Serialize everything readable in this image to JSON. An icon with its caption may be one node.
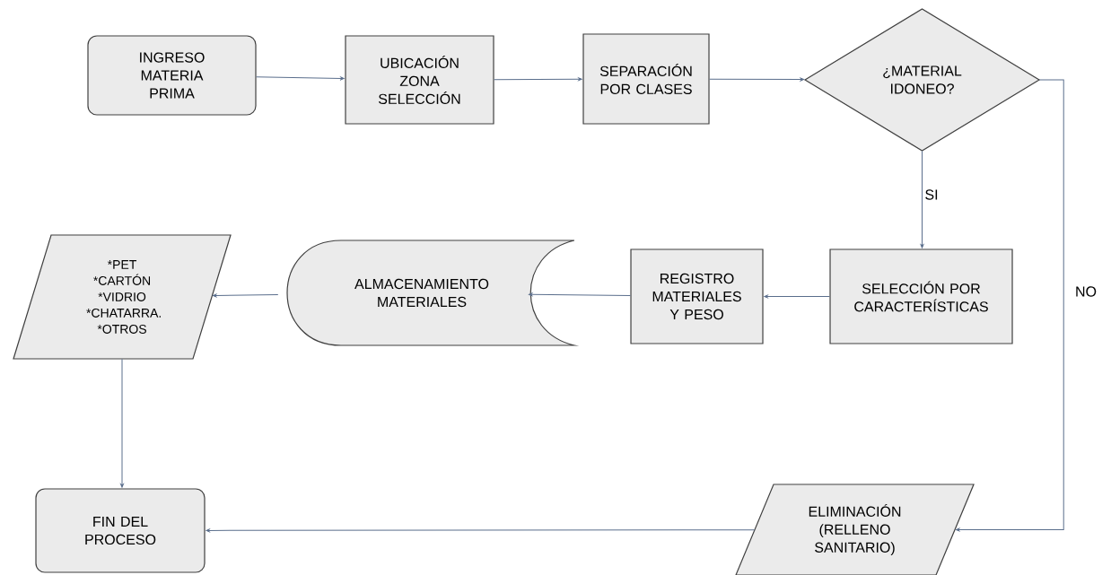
{
  "diagram": {
    "nodes": [
      {
        "text": [
          "INGRESO MATERIA PRIMA"
        ]
      },
      {
        "text": [
          "UBICACIÓN ZONA SELECCIÓN"
        ]
      },
      {
        "text": [
          "SEPARACIÓN POR CLASES"
        ]
      },
      {
        "text": [
          "¿MATERIAL IDONEO?"
        ]
      },
      {
        "text": [
          "SELECCIÓN POR CARACTERÍSTICAS"
        ]
      },
      {
        "text": [
          "REGISTRO MATERIALES Y PESO"
        ]
      },
      {
        "text": [
          "ALMACENAMIENTO MATERIALES"
        ]
      },
      {
        "text": [
          "*PET *CARTÓN *VIDRIO *CHATARRA. *OTROS"
        ]
      },
      {
        "text": [
          "FIN DEL PROCESO"
        ]
      },
      {
        "text": [
          "ELIMINACIÓN (RELLENO SANITARIO)"
        ]
      }
    ],
    "edges": [
      {
        "from": 0,
        "to": 1,
        "arrow": "to"
      },
      {
        "from": 1,
        "to": 2,
        "arrow": "to"
      },
      {
        "from": 2,
        "to": 3,
        "arrow": "to"
      },
      {
        "from": 3,
        "to": 4,
        "arrow": "to",
        "label": "SI"
      },
      {
        "from": 4,
        "to": 5,
        "arrow": "to"
      },
      {
        "from": 5,
        "to": 6,
        "arrow": "to"
      },
      {
        "from": 6,
        "to": 7,
        "arrow": "to"
      },
      {
        "from": 7,
        "to": 8,
        "arrow": "to"
      },
      {
        "from": 3,
        "to": 9,
        "arrow": "to",
        "label": "NO"
      },
      {
        "from": 9,
        "to": 8,
        "arrow": "to"
      }
    ]
  }
}
